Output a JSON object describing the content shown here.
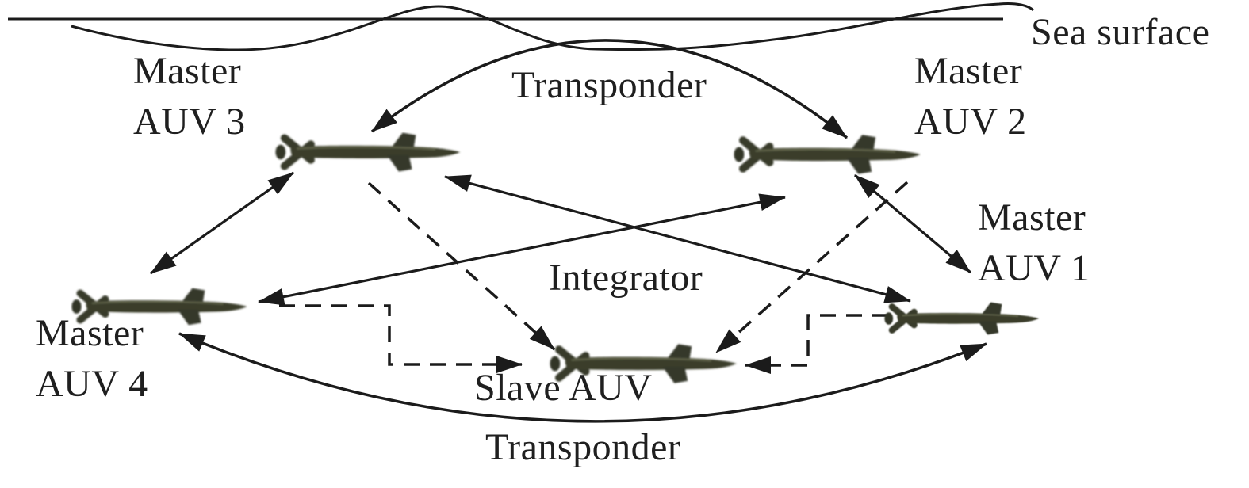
{
  "colors": {
    "background": "#ffffff",
    "line": "#1b1b1b",
    "text": "#1f1f1f",
    "auv_body": "#3a3d2b",
    "auv_stripe": "#60644a"
  },
  "labels": {
    "sea_surface": "Sea surface",
    "transponder_top": "Transponder",
    "transponder_bottom": "Transponder",
    "integrator": "Integrator",
    "slave_auv": "Slave AUV",
    "master_auv_1": {
      "line1": "Master",
      "line2": "AUV 1"
    },
    "master_auv_2": {
      "line1": "Master",
      "line2": "AUV 2"
    },
    "master_auv_3": {
      "line1": "Master",
      "line2": "AUV 3"
    },
    "master_auv_4": {
      "line1": "Master",
      "line2": "AUV 4"
    }
  },
  "nodes": [
    {
      "id": "master-auv-1",
      "label": "Master AUV 1",
      "role": "master",
      "facing": "right"
    },
    {
      "id": "master-auv-2",
      "label": "Master AUV 2",
      "role": "master",
      "facing": "right"
    },
    {
      "id": "master-auv-3",
      "label": "Master AUV 3",
      "role": "master",
      "facing": "right"
    },
    {
      "id": "master-auv-4",
      "label": "Master AUV 4",
      "role": "master",
      "facing": "right"
    },
    {
      "id": "slave-auv",
      "label": "Slave AUV",
      "role": "slave",
      "facing": "right"
    }
  ],
  "connections": [
    {
      "from": "master-auv-4",
      "to": "master-auv-3",
      "style": "solid",
      "arrows": "both",
      "label": ""
    },
    {
      "from": "master-auv-2",
      "to": "master-auv-1",
      "style": "solid",
      "arrows": "both",
      "label": ""
    },
    {
      "from": "master-auv-3",
      "to": "master-auv-1",
      "style": "solid",
      "arrows": "both",
      "label": "Integrator"
    },
    {
      "from": "master-auv-4",
      "to": "master-auv-2",
      "style": "solid",
      "arrows": "both",
      "label": "Integrator"
    },
    {
      "from": "master-auv-3",
      "to": "master-auv-2",
      "style": "arc-top",
      "arrows": "both",
      "label": "Transponder"
    },
    {
      "from": "master-auv-4",
      "to": "master-auv-1",
      "style": "arc-bottom",
      "arrows": "both",
      "label": "Transponder"
    },
    {
      "from": "master-auv-3",
      "to": "slave-auv",
      "style": "dashed",
      "arrows": "end",
      "label": ""
    },
    {
      "from": "master-auv-2",
      "to": "slave-auv",
      "style": "dashed",
      "arrows": "end",
      "label": ""
    },
    {
      "from": "master-auv-4",
      "to": "slave-auv",
      "style": "dashed-elbow",
      "arrows": "end",
      "label": ""
    },
    {
      "from": "master-auv-1",
      "to": "slave-auv",
      "style": "dashed-elbow",
      "arrows": "end",
      "label": ""
    }
  ],
  "environment": {
    "surface_line": true,
    "surface_wave": true
  }
}
